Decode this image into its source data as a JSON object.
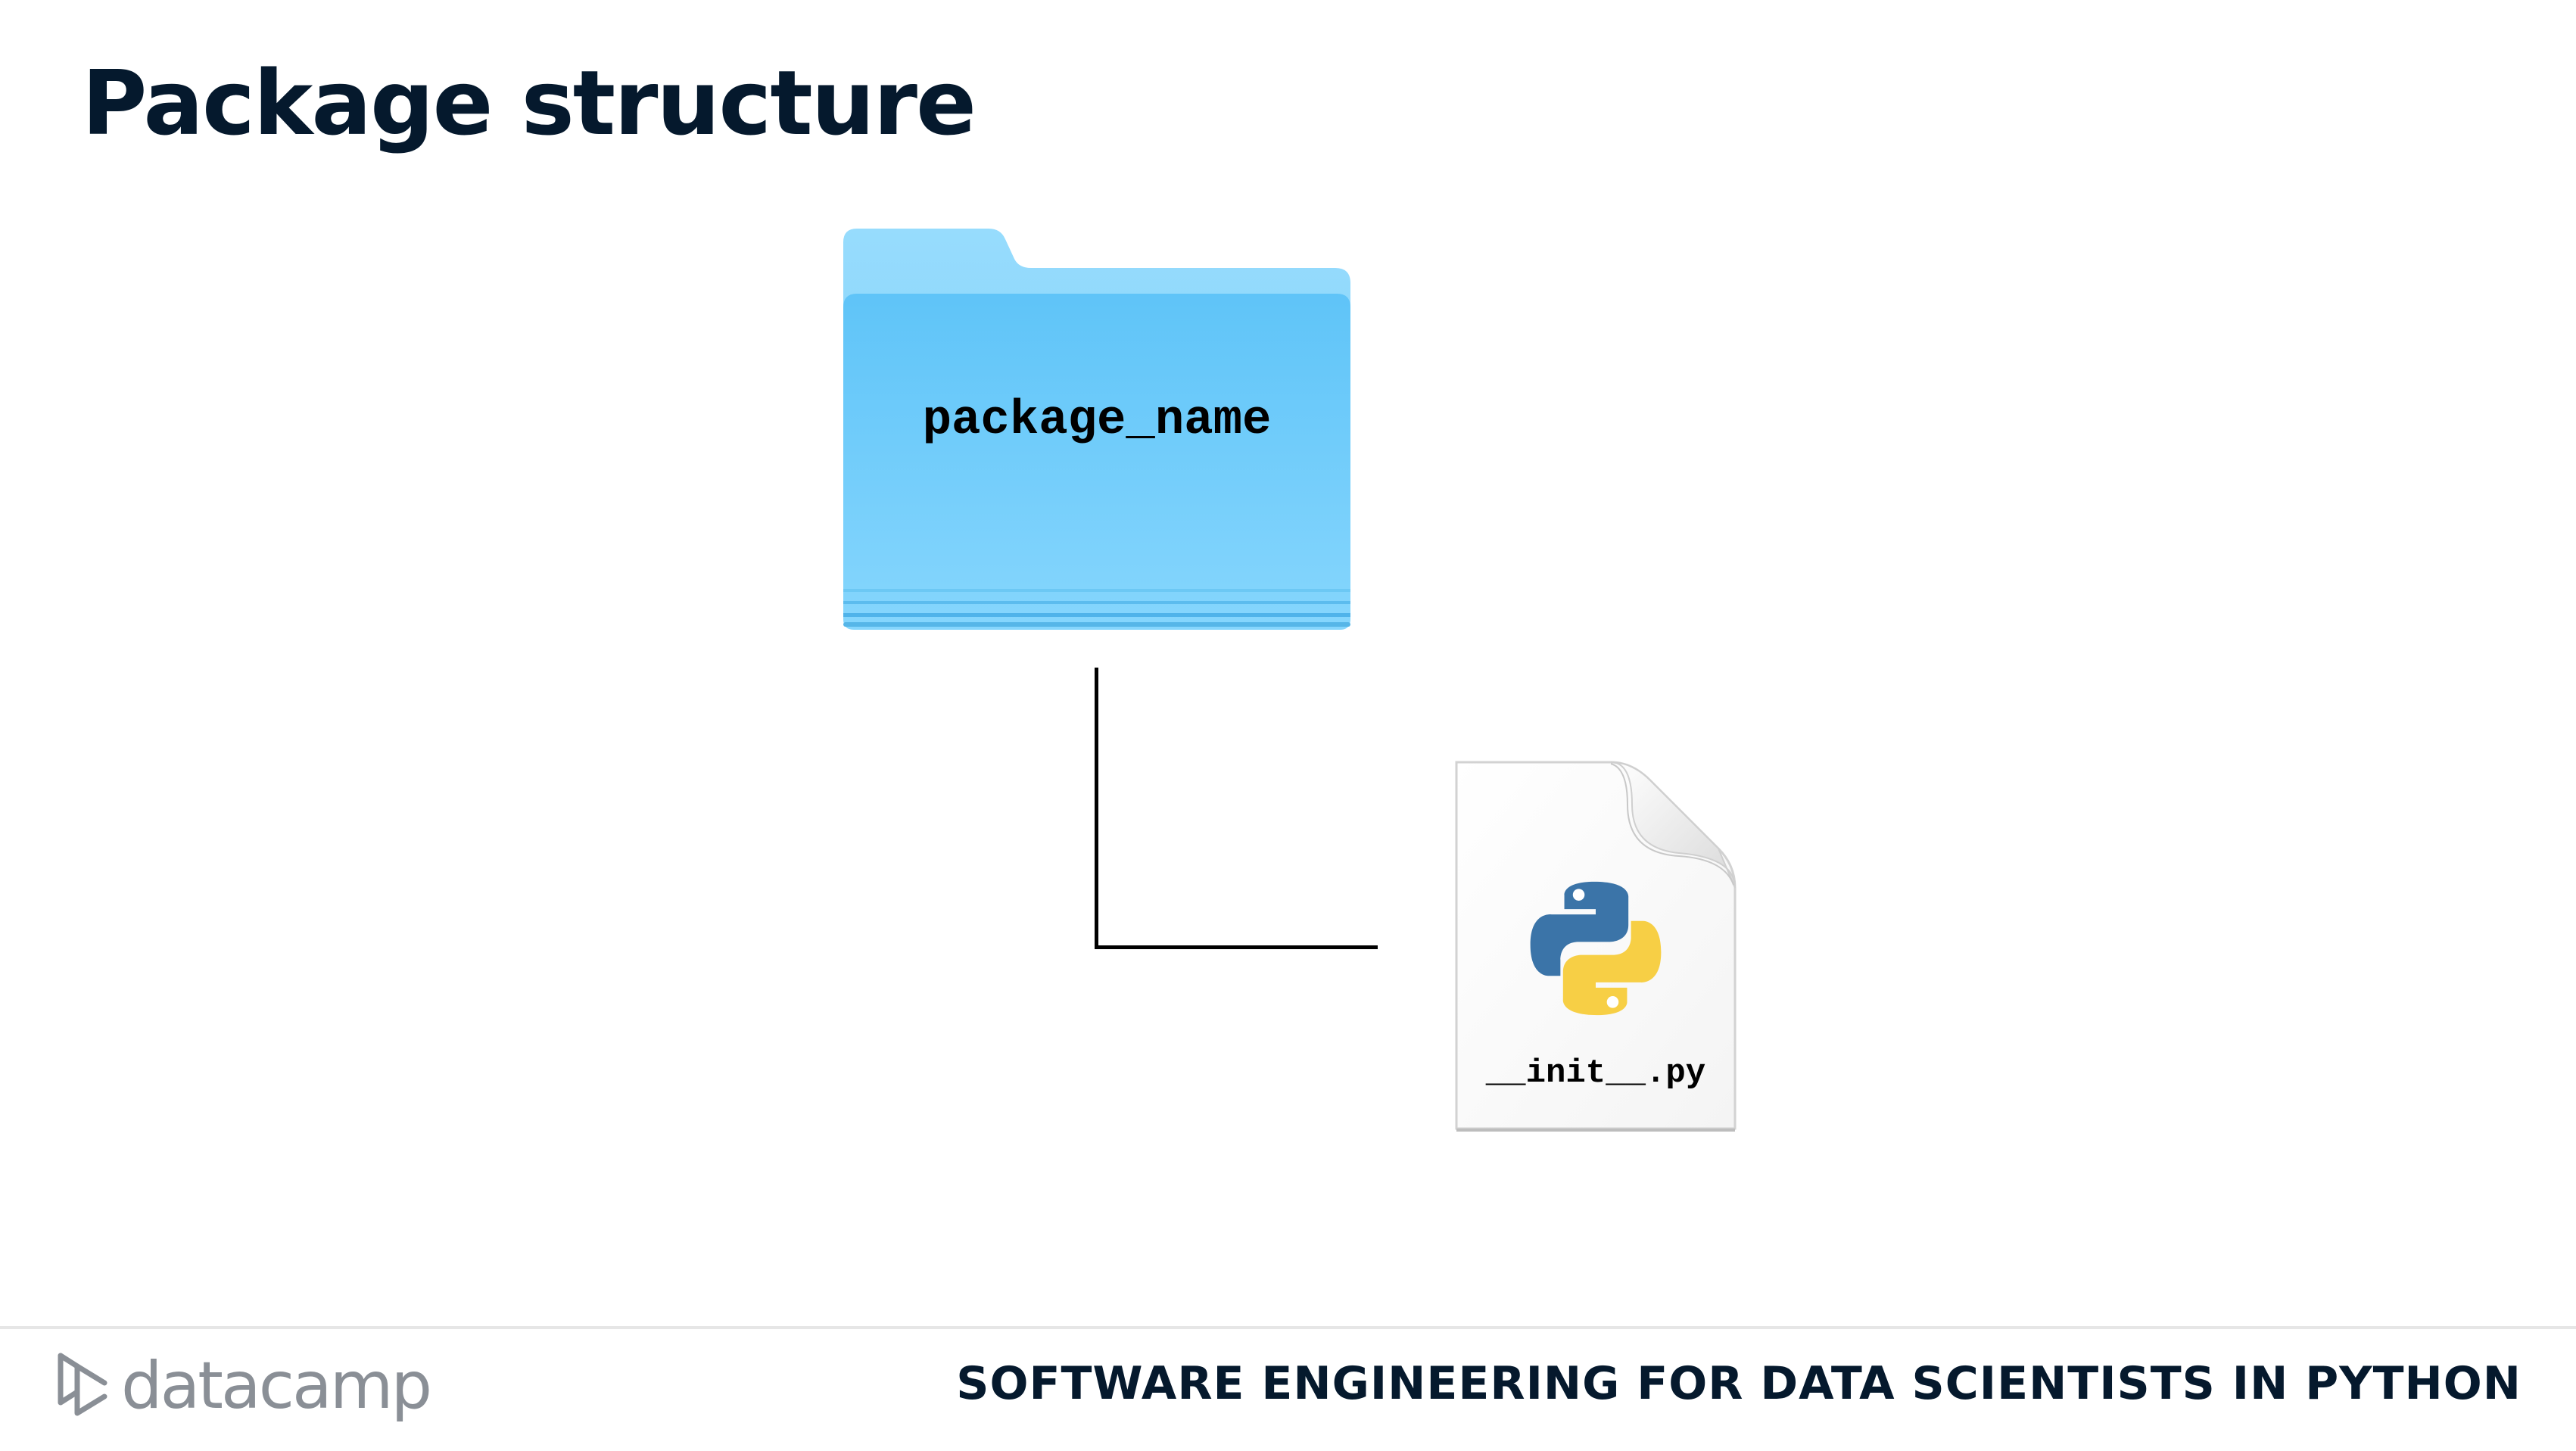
{
  "slide": {
    "title": "Package structure"
  },
  "diagram": {
    "folder": {
      "icon": "folder-icon",
      "label": "package_name",
      "colors": {
        "tab": "#8fd3fb",
        "front_top": "#5fc4f8",
        "front_bottom": "#84d5fc",
        "stripe": "#4fb3ea"
      }
    },
    "file": {
      "icon": "python-file-icon",
      "label": "__init__.py",
      "python_colors": {
        "blue": "#3b74a8",
        "yellow": "#f7cf45"
      }
    },
    "connector": {
      "color": "#000000"
    }
  },
  "footer": {
    "logo_text": "datacamp",
    "logo_icon": "datacamp-logo-icon",
    "course": "SOFTWARE ENGINEERING FOR DATA SCIENTISTS IN PYTHON"
  }
}
